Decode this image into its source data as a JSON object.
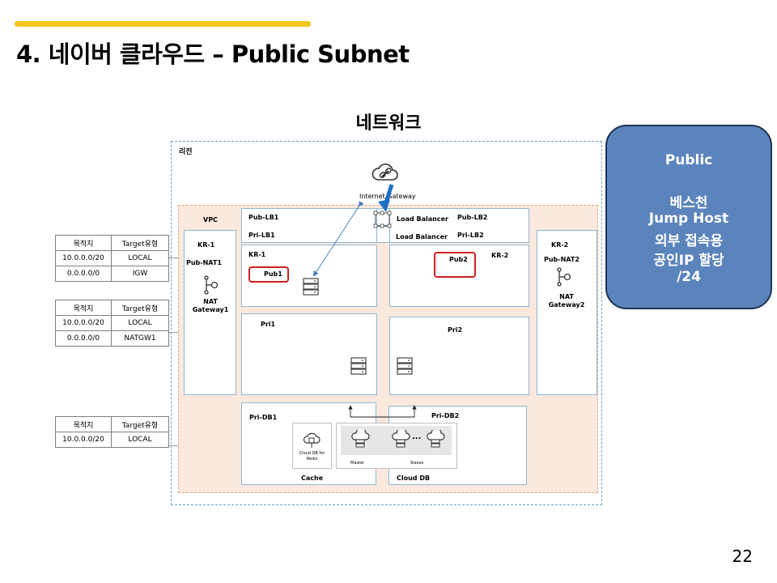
{
  "slide": {
    "title": "4. 네이버 클라우드 – Public Subnet",
    "page_number": "22"
  },
  "diagram": {
    "title": "네트워크",
    "region_label": "리전",
    "vpc_label": "VPC",
    "internet_gateway_label": "Internet Gateway",
    "lb1": {
      "pub_label": "Pub-LB1",
      "pri_label": "Pri-LB1",
      "name": "Load Balancer"
    },
    "lb2": {
      "pub_label": "Pub-LB2",
      "pri_label": "Pri-LB2",
      "name": "Load Balancer"
    },
    "kr1": {
      "zone": "KR-1",
      "pub_nat": "Pub-NAT1",
      "nat_name": "NAT Gateway1",
      "pub": "Pub1",
      "pri": "Pri1",
      "db": "Pri-DB1"
    },
    "kr2": {
      "zone": "KR-2",
      "pub_nat": "Pub-NAT2",
      "nat_name": "NAT Gateway2",
      "pub": "Pub2",
      "pri": "Pri2",
      "db": "Pri-DB2"
    },
    "cache": {
      "label": "Cache",
      "service": "Cloud DB for Redis"
    },
    "clouddb": {
      "label": "Cloud DB",
      "master": "Master",
      "slaves": "Slaves",
      "ellipsis": "..."
    }
  },
  "route_tables": [
    {
      "headers": [
        "목적지",
        "Target유형"
      ],
      "rows": [
        [
          "10.0.0.0/20",
          "LOCAL"
        ],
        [
          "0.0.0.0/0",
          "IGW"
        ]
      ]
    },
    {
      "headers": [
        "목적지",
        "Target유형"
      ],
      "rows": [
        [
          "10.0.0.0/20",
          "LOCAL"
        ],
        [
          "0.0.0.0/0",
          "NATGW1"
        ]
      ]
    },
    {
      "headers": [
        "목적지",
        "Target유형"
      ],
      "rows": [
        [
          "10.0.0.0/20",
          "LOCAL"
        ]
      ]
    }
  ],
  "callout": {
    "heading": "Public",
    "lines": [
      "베스천",
      "Jump Host",
      "외부 접속용",
      "공인IP 할당",
      "/24"
    ]
  },
  "colors": {
    "accent_bar": "#f5c51f",
    "callout_fill": "#5b84bd",
    "vpc_fill": "#fbe9de",
    "subnet_border": "#8db6d3",
    "highlight_red": "#d11f1f",
    "arrow_blue": "#1f6fc5"
  },
  "icons": [
    "cloud-link-icon",
    "server-icon",
    "nat-gateway-icon",
    "cloud-db-icon",
    "redis-chip-icon"
  ]
}
